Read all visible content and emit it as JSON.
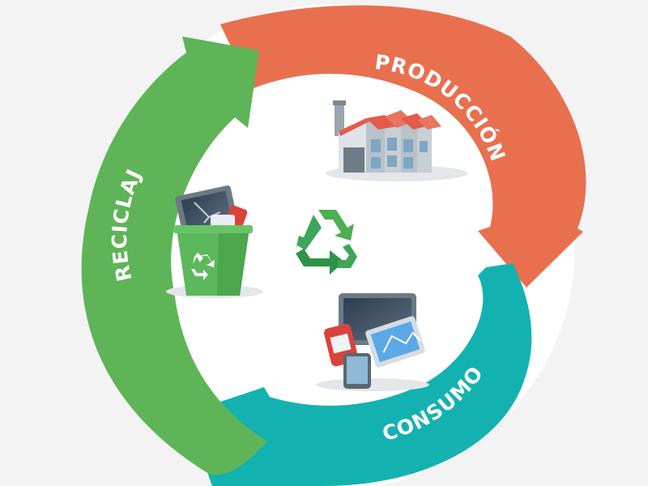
{
  "stages": [
    {
      "id": "produccion",
      "label": "PRODUCCIÓN",
      "color": "#e8704f"
    },
    {
      "id": "consumo",
      "label": "CONSUMO",
      "color": "#13b2b0"
    },
    {
      "id": "reciclaje",
      "label": "RECICLAJE",
      "color": "#5fb457"
    }
  ],
  "icons": {
    "center": "recycle-symbol-icon",
    "production": "factory-icon",
    "consumption": "electronics-devices-icon",
    "recycling": "recycling-bin-icon"
  },
  "colors": {
    "background": "#f3f3f3",
    "circle": "#ffffff",
    "recycle_green": "#3ea55a"
  }
}
